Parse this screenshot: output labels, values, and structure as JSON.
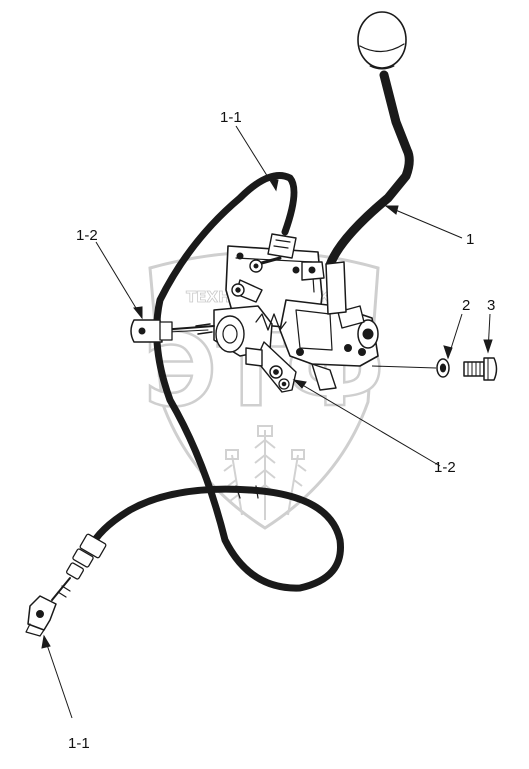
{
  "watermark": {
    "logo_text": "ТЕХНОКОМПЛЕКС",
    "brand": "ЭТФ",
    "colors": {
      "shield_stroke": "#cfcfcf",
      "line": "#1a1a1a"
    }
  },
  "callouts": {
    "cable_top": "1-1",
    "clevis_left": "1-2",
    "lever": "1",
    "washer": "2",
    "bolt": "3",
    "ball_joint": "1-2",
    "clevis_bottom": "1-1"
  }
}
